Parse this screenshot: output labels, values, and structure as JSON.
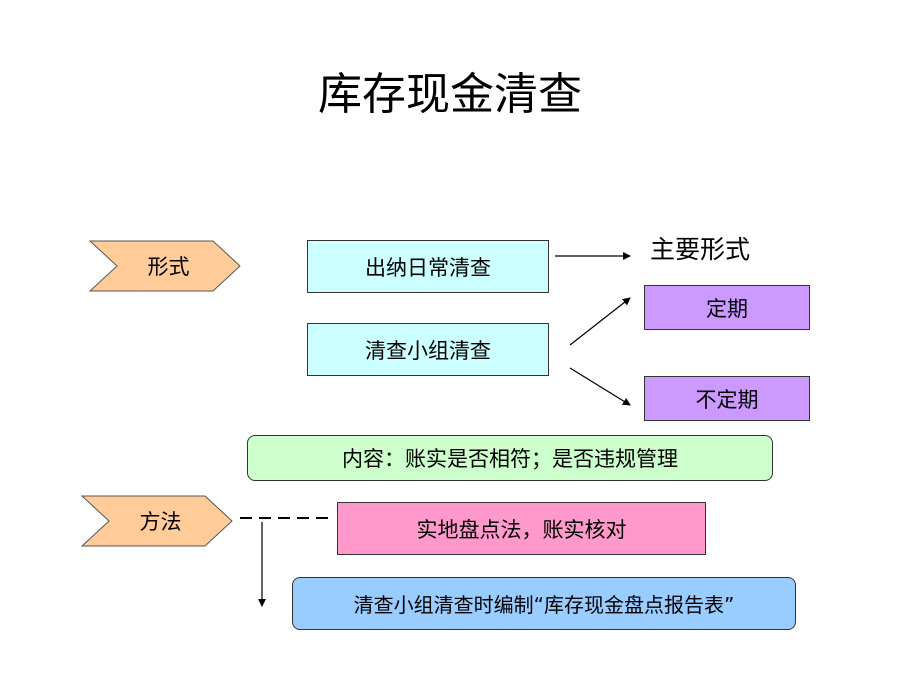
{
  "title": "库存现金清查",
  "form": {
    "label": "形式",
    "box1": "出纳日常清查",
    "box2": "清查小组清查",
    "main_label": "主要形式",
    "regular": "定期",
    "irregular": "不定期"
  },
  "content": "内容：账实是否相符；是否违规管理",
  "method": {
    "label": "方法",
    "box1": "实地盘点法，账实核对",
    "box2": "清查小组清查时编制“库存现金盘点报告表”"
  },
  "colors": {
    "chevron_fill": "#ffcc99",
    "cyan": "#ccffff",
    "purple": "#cc99ff",
    "green": "#ccffcc",
    "pink": "#ff99cc",
    "blue": "#99ccff"
  }
}
